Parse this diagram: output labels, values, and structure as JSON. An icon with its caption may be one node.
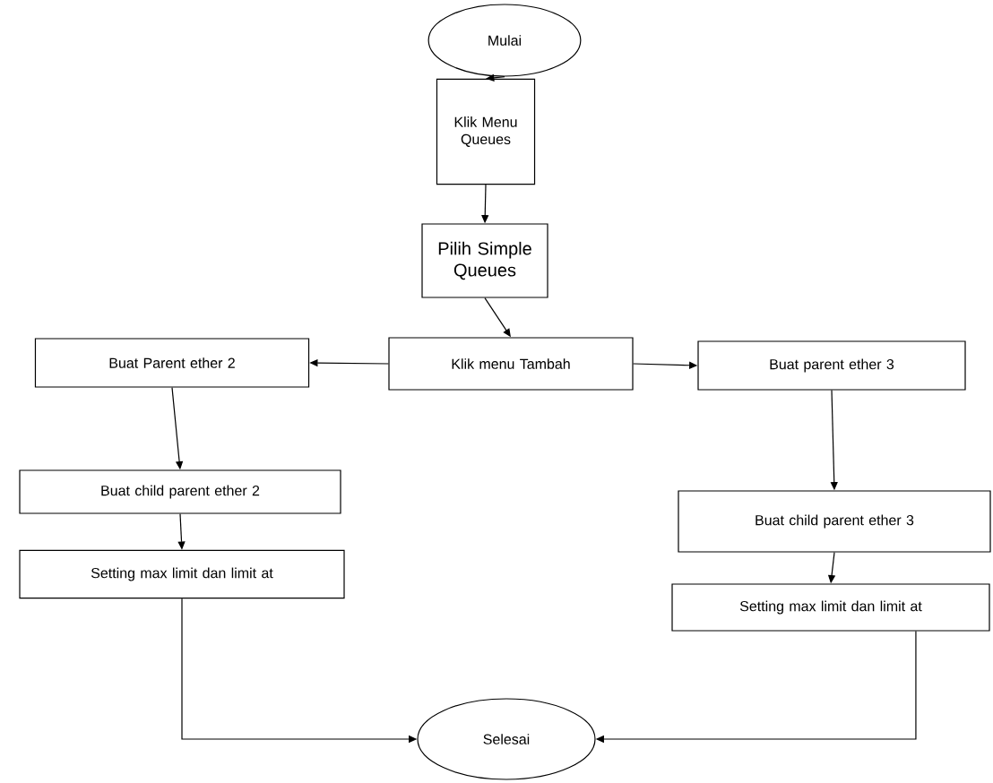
{
  "diagram": {
    "nodes": [
      {
        "text": [
          "Mulai"
        ]
      },
      {
        "text": [
          "Klik Menu Queues"
        ]
      },
      {
        "text": [
          "Pilih Simple Queues"
        ]
      },
      {
        "text": [
          "Klik menu Tambah"
        ]
      },
      {
        "text": [
          "Buat Parent ether 2"
        ]
      },
      {
        "text": [
          "Buat parent ether 3"
        ]
      },
      {
        "text": [
          "Buat child parent ether 2"
        ]
      },
      {
        "text": [
          "Buat child parent ether 3"
        ]
      },
      {
        "text": [
          "Setting max limit dan limit at"
        ]
      },
      {
        "text": [
          "Setting max limit dan limit at"
        ]
      },
      {
        "text": [
          "Selesai"
        ]
      }
    ],
    "edges": [
      {
        "from": 0,
        "to": 1,
        "arrow": "to"
      },
      {
        "from": 1,
        "to": 2,
        "arrow": "to"
      },
      {
        "from": 2,
        "to": 3,
        "arrow": "to"
      },
      {
        "from": 3,
        "to": 4,
        "arrow": "to"
      },
      {
        "from": 3,
        "to": 5,
        "arrow": "to"
      },
      {
        "from": 4,
        "to": 6,
        "arrow": "to"
      },
      {
        "from": 5,
        "to": 7,
        "arrow": "to"
      },
      {
        "from": 6,
        "to": 8,
        "arrow": "to"
      },
      {
        "from": 7,
        "to": 9,
        "arrow": "to"
      },
      {
        "from": 8,
        "to": 10,
        "arrow": "to"
      },
      {
        "from": 9,
        "to": 10,
        "arrow": "to"
      }
    ]
  }
}
